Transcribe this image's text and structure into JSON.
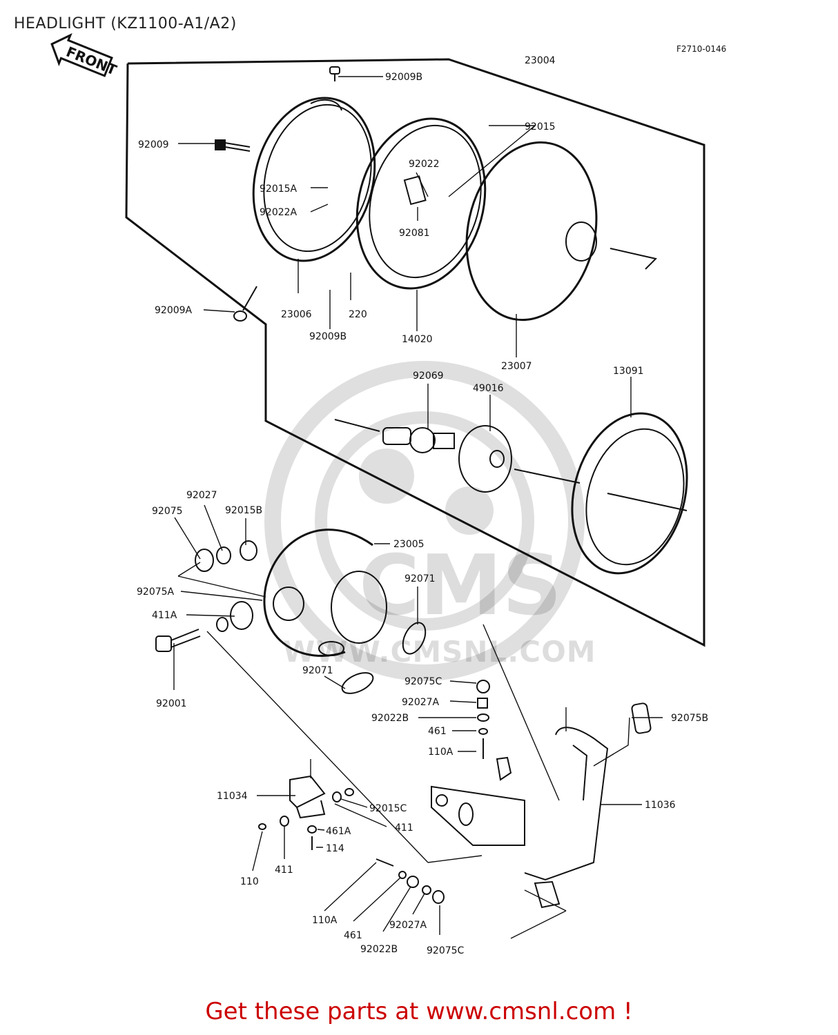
{
  "header": {
    "title": "HEADLIGHT (KZ1100-A1/A2)",
    "ref_code": "F2710-0146",
    "front_badge": "FRONT"
  },
  "watermark": {
    "brand": "CMS",
    "site": "WWW.CMSNL.COM"
  },
  "footer": {
    "promo_text": "Get these parts at www.cmsnl.com !",
    "color": "#cc0000"
  },
  "parts": [
    {
      "id": "p-92009b-top",
      "label": "92009B"
    },
    {
      "id": "p-23004",
      "label": "23004"
    },
    {
      "id": "p-92009",
      "label": "92009"
    },
    {
      "id": "p-92015",
      "label": "92015"
    },
    {
      "id": "p-92022",
      "label": "92022"
    },
    {
      "id": "p-92015a",
      "label": "92015A"
    },
    {
      "id": "p-92022a",
      "label": "92022A"
    },
    {
      "id": "p-92081",
      "label": "92081"
    },
    {
      "id": "p-92009a",
      "label": "92009A"
    },
    {
      "id": "p-23006",
      "label": "23006"
    },
    {
      "id": "p-220",
      "label": "220"
    },
    {
      "id": "p-92009b-bot",
      "label": "92009B"
    },
    {
      "id": "p-14020",
      "label": "14020"
    },
    {
      "id": "p-23007",
      "label": "23007"
    },
    {
      "id": "p-92069",
      "label": "92069"
    },
    {
      "id": "p-49016",
      "label": "49016"
    },
    {
      "id": "p-13091",
      "label": "13091"
    },
    {
      "id": "p-92027",
      "label": "92027"
    },
    {
      "id": "p-92075",
      "label": "92075"
    },
    {
      "id": "p-92015b",
      "label": "92015B"
    },
    {
      "id": "p-23005",
      "label": "23005"
    },
    {
      "id": "p-92075a",
      "label": "92075A"
    },
    {
      "id": "p-92071-r",
      "label": "92071"
    },
    {
      "id": "p-411a",
      "label": "411A"
    },
    {
      "id": "p-92071-l",
      "label": "92071"
    },
    {
      "id": "p-92001",
      "label": "92001"
    },
    {
      "id": "p-92075c-a",
      "label": "92075C"
    },
    {
      "id": "p-92027a-a",
      "label": "92027A"
    },
    {
      "id": "p-92022b-a",
      "label": "92022B"
    },
    {
      "id": "p-461-a",
      "label": "461"
    },
    {
      "id": "p-110a-a",
      "label": "110A"
    },
    {
      "id": "p-92075b",
      "label": "92075B"
    },
    {
      "id": "p-11034",
      "label": "11034"
    },
    {
      "id": "p-92015c",
      "label": "92015C"
    },
    {
      "id": "p-411-r",
      "label": "411"
    },
    {
      "id": "p-11036",
      "label": "11036"
    },
    {
      "id": "p-461a",
      "label": "461A"
    },
    {
      "id": "p-114",
      "label": "114"
    },
    {
      "id": "p-110",
      "label": "110"
    },
    {
      "id": "p-411-l",
      "label": "411"
    },
    {
      "id": "p-110a-b",
      "label": "110A"
    },
    {
      "id": "p-461-b",
      "label": "461"
    },
    {
      "id": "p-92022b-b",
      "label": "92022B"
    },
    {
      "id": "p-92027a-b",
      "label": "92027A"
    },
    {
      "id": "p-92075c-b",
      "label": "92075C"
    }
  ]
}
